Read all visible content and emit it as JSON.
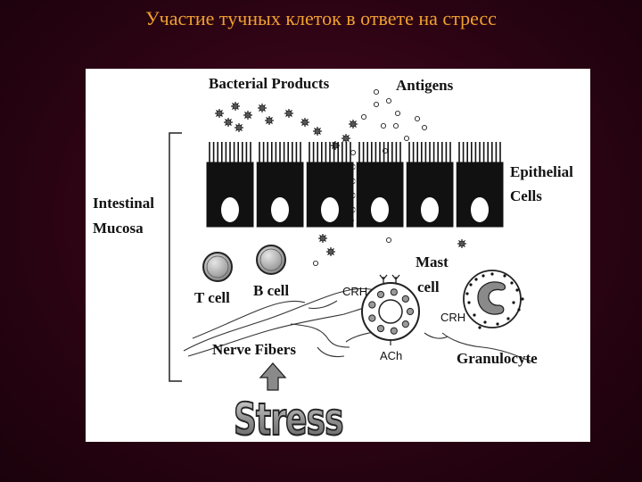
{
  "slide": {
    "title": "Участие тучных клеток в ответе на стресс"
  },
  "diagram": {
    "labels": {
      "bacterial_products": "Bacterial Products",
      "antigens": "Antigens",
      "epithelial_line1": "Epithelial",
      "epithelial_line2": "Cells",
      "intestinal_line1": "Intestinal",
      "intestinal_line2": "Mucosa",
      "t_cell": "T cell",
      "b_cell": "B cell",
      "mast_line1": "Mast",
      "mast_line2": "cell",
      "crh_left": "CRH",
      "crh_right": "CRH",
      "ach": "ACh",
      "nerve_fibers": "Nerve Fibers",
      "granulocyte": "Granulocyte",
      "stress": "Stress"
    },
    "colors": {
      "background": "#2a0312",
      "title": "#f0a030",
      "cell_fill": "#111111",
      "stress_fill": "#9a9a9a"
    }
  }
}
